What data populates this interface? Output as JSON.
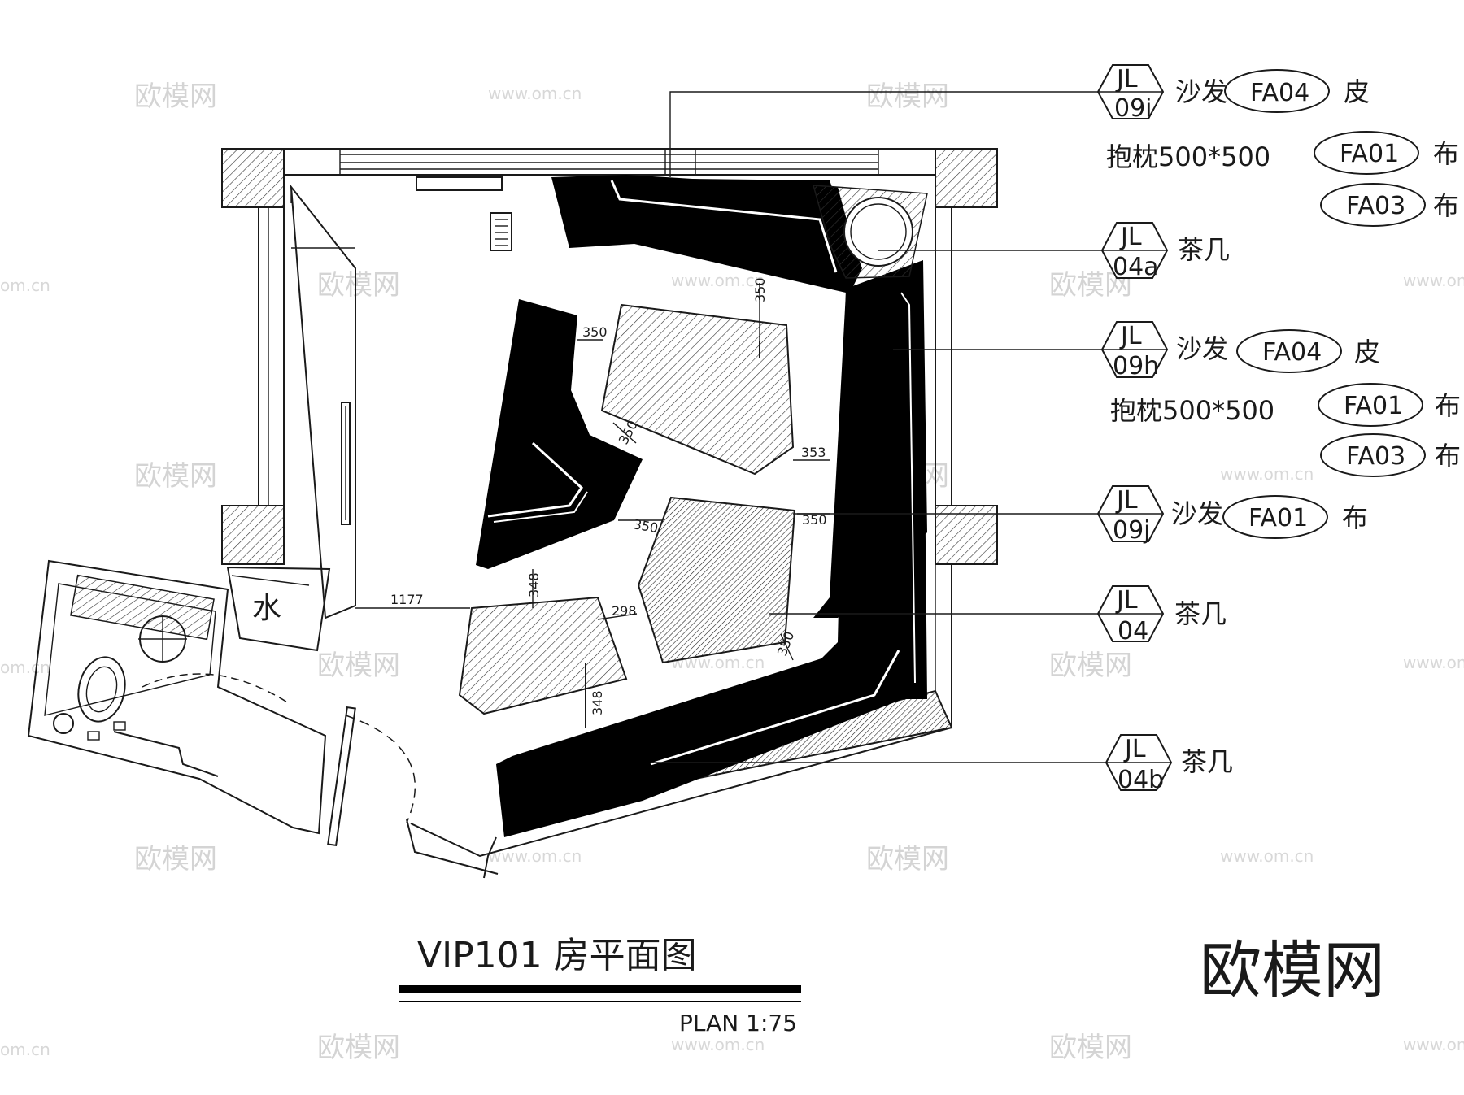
{
  "title": {
    "text": "VIP101 房平面图",
    "scale": "PLAN  1:75"
  },
  "brand_mark": "欧模网",
  "watermarks": [
    "欧模网",
    "www.om.cn",
    "om.cn"
  ],
  "dimensions": [
    "350",
    "350",
    "350",
    "353",
    "350",
    "350",
    "298",
    "348",
    "348",
    "350",
    "1177"
  ],
  "callouts": [
    {
      "code": "JL",
      "sub": "09i",
      "label": "沙发",
      "materials": [
        {
          "code": "FA04",
          "finish": "皮"
        }
      ],
      "note": null
    },
    {
      "code": null,
      "sub": null,
      "label": null,
      "materials": [
        {
          "code": "FA01",
          "finish": "布"
        },
        {
          "code": "FA03",
          "finish": "布"
        }
      ],
      "note": "抱枕500*500"
    },
    {
      "code": "JL",
      "sub": "04a",
      "label": "茶几",
      "materials": [],
      "note": null
    },
    {
      "code": "JL",
      "sub": "09h",
      "label": "沙发",
      "materials": [
        {
          "code": "FA04",
          "finish": "皮"
        }
      ],
      "note": null
    },
    {
      "code": null,
      "sub": null,
      "label": null,
      "materials": [
        {
          "code": "FA01",
          "finish": "布"
        },
        {
          "code": "FA03",
          "finish": "布"
        }
      ],
      "note": "抱枕500*500"
    },
    {
      "code": "JL",
      "sub": "09j",
      "label": "沙发",
      "materials": [
        {
          "code": "FA01",
          "finish": "布"
        }
      ],
      "note": null
    },
    {
      "code": "JL",
      "sub": "04",
      "label": "茶几",
      "materials": [],
      "note": null
    },
    {
      "code": "JL",
      "sub": "04b",
      "label": "茶几",
      "materials": [],
      "note": null
    }
  ]
}
